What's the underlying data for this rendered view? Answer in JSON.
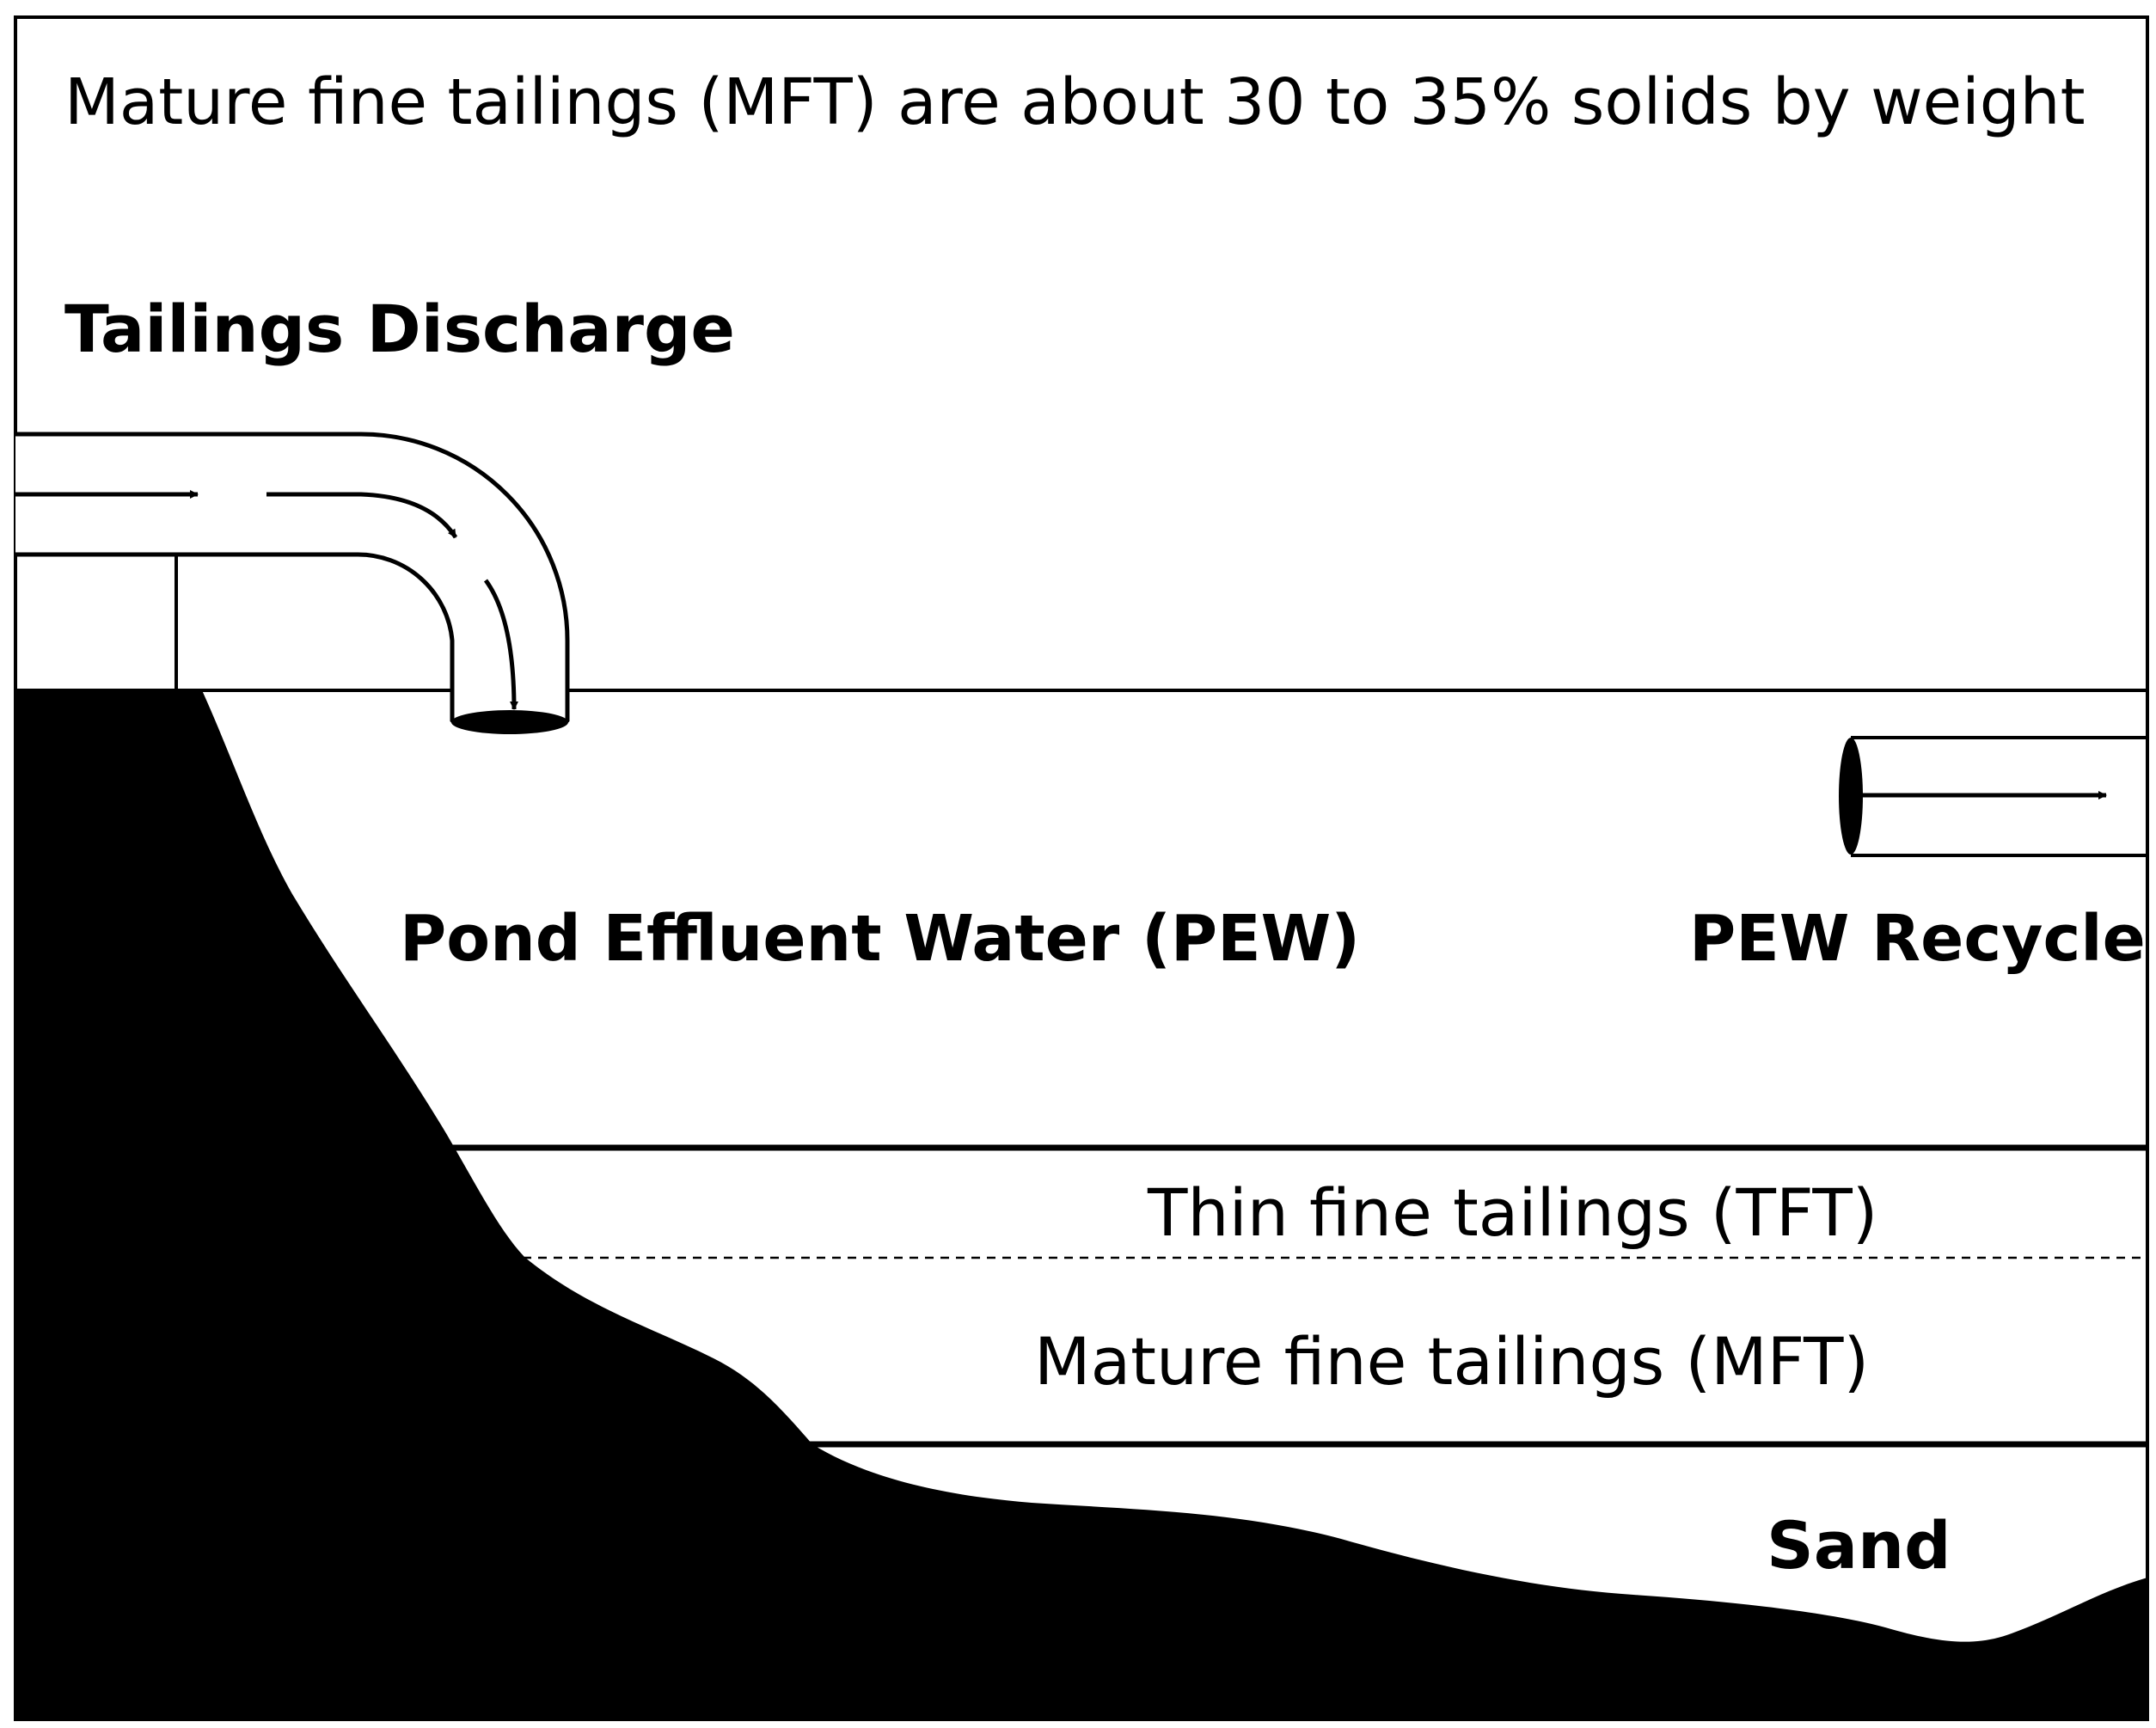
{
  "diagram": {
    "caption": "Mature fine tailings (MFT) are about 30 to 35% solids by weight",
    "labels": {
      "tailings_discharge": "Tailings Discharge",
      "pond_effluent_water": "Pond Effluent Water (PEW)",
      "pew_recycle": "PEW Recycle",
      "thin_fine_tailings": "Thin fine tailings (TFT)",
      "mature_fine_tailings": "Mature fine tailings (MFT)",
      "sand": "Sand"
    },
    "colors": {
      "background": "#ffffff",
      "ink": "#000000",
      "sand_fill": "#000000"
    },
    "icons": {
      "flow_arrow": "arrow-right-icon",
      "discharge_pipe": "elbow-pipe-icon",
      "recycle_pipe": "pipe-icon"
    }
  }
}
